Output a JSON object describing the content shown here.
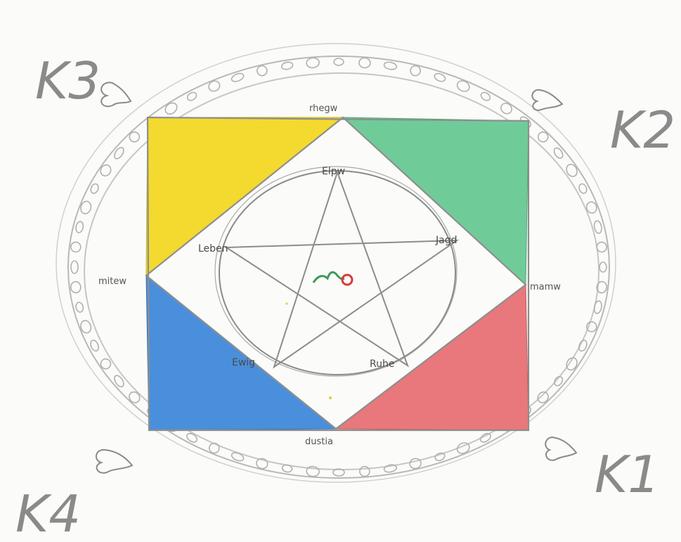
{
  "corner_labels": {
    "k1": "K1",
    "k2": "K2",
    "k3": "K3",
    "k4": "K4"
  },
  "square_labels": {
    "top": "rhegw",
    "right": "mamw",
    "bottom": "dustia",
    "left": "mitew"
  },
  "pentagram_labels": {
    "top": "Elpw",
    "upper_right": "Jagd",
    "lower_right": "Ruhe",
    "lower_left": "Ewig",
    "upper_left": "Leben"
  },
  "colors": {
    "yellow": "#f4da2e",
    "green": "#6fcc98",
    "red": "#e8787c",
    "blue": "#4a8fdc",
    "pencil": "#9a9a9a",
    "center_green": "#3d9a5a",
    "center_red": "#d83a3a"
  }
}
